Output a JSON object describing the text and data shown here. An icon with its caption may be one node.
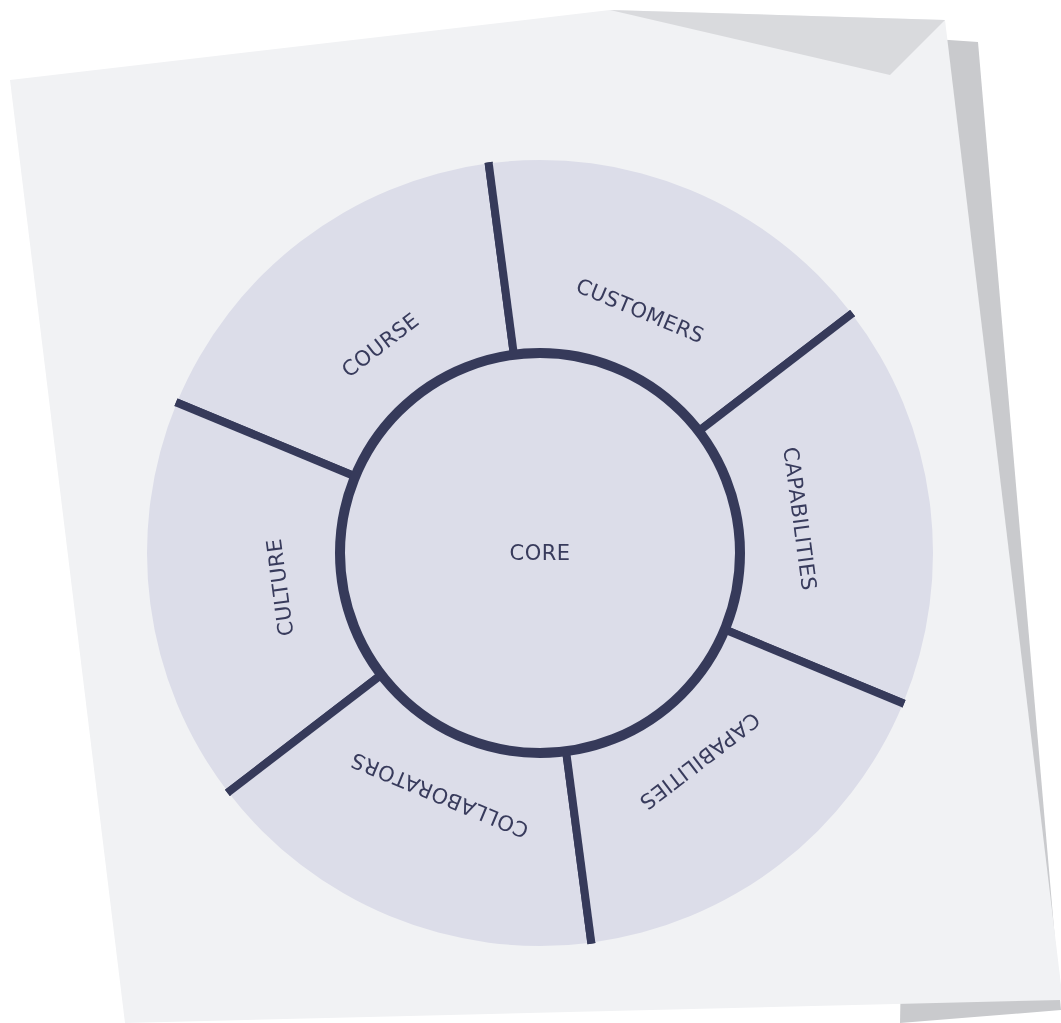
{
  "diagram": {
    "nodes": [
      {
        "text": [
          "COURSE"
        ]
      },
      {
        "text": [
          "CUSTOMERS"
        ]
      },
      {
        "text": [
          "CAPABILITIES"
        ]
      },
      {
        "text": [
          "CULTURE"
        ]
      },
      {
        "text": [
          "CORE"
        ]
      },
      {
        "text": [
          "COLLABORATORS"
        ]
      },
      {
        "text": [
          "CAPABILITIES"
        ]
      }
    ]
  }
}
